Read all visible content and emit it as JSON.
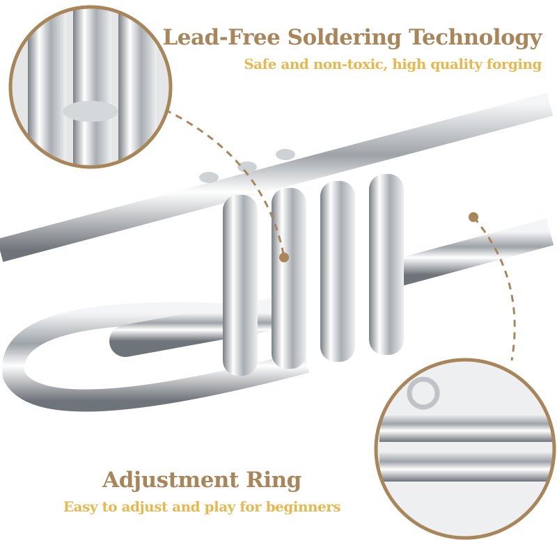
{
  "callouts": [
    {
      "title": "Lead-Free Soldering Technology",
      "subtitle": "Safe and non-toxic, high quality forging"
    },
    {
      "title": "Adjustment Ring",
      "subtitle": "Easy to adjust and play for beginners"
    }
  ],
  "colors": {
    "title": "#a8865a",
    "subtitle": "#e8b84e",
    "ring": "#a8865a",
    "dash": "#a8865a",
    "metal": "#c9ccd0"
  }
}
